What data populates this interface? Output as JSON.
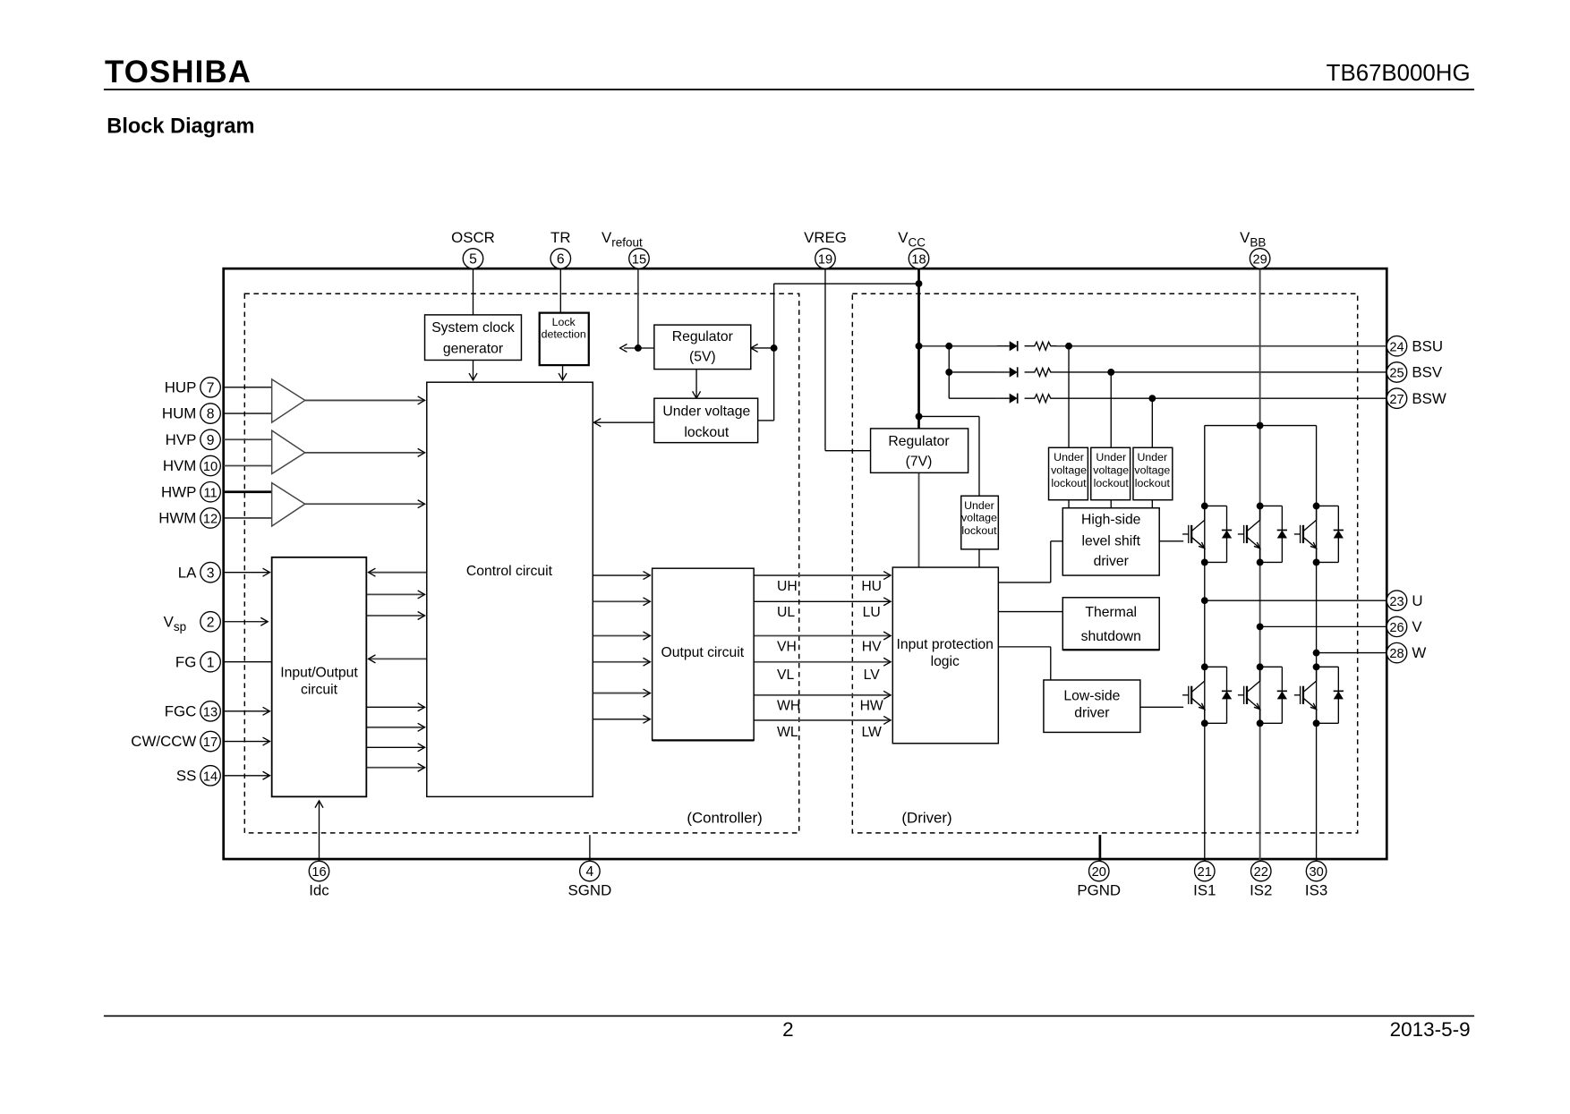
{
  "header": {
    "brand": "TOSHIBA",
    "part_number": "TB67B000HG",
    "section_title": "Block Diagram"
  },
  "footer": {
    "page_number": "2",
    "date": "2013-5-9"
  },
  "diagram": {
    "top_pins": [
      {
        "num": "5",
        "label": "OSCR"
      },
      {
        "num": "6",
        "label": "TR"
      },
      {
        "num": "15",
        "label": "V",
        "sub": "refout"
      },
      {
        "num": "19",
        "label": "VREG"
      },
      {
        "num": "18",
        "label": "V",
        "sub": "CC"
      },
      {
        "num": "29",
        "label": "V",
        "sub": "BB"
      }
    ],
    "left_pins": [
      {
        "num": "7",
        "label": "HUP"
      },
      {
        "num": "8",
        "label": "HUM"
      },
      {
        "num": "9",
        "label": "HVP"
      },
      {
        "num": "10",
        "label": "HVM"
      },
      {
        "num": "11",
        "label": "HWP"
      },
      {
        "num": "12",
        "label": "HWM"
      },
      {
        "num": "3",
        "label": "LA"
      },
      {
        "num": "2",
        "label": "V",
        "sub": "sp"
      },
      {
        "num": "1",
        "label": "FG"
      },
      {
        "num": "13",
        "label": "FGC"
      },
      {
        "num": "17",
        "label": "CW/CCW"
      },
      {
        "num": "14",
        "label": "SS"
      }
    ],
    "right_pins": [
      {
        "num": "24",
        "label": "BSU"
      },
      {
        "num": "25",
        "label": "BSV"
      },
      {
        "num": "27",
        "label": "BSW"
      },
      {
        "num": "23",
        "label": "U"
      },
      {
        "num": "26",
        "label": "V"
      },
      {
        "num": "28",
        "label": "W"
      }
    ],
    "bottom_pins": [
      {
        "num": "16",
        "label": "Idc"
      },
      {
        "num": "4",
        "label": "SGND"
      },
      {
        "num": "20",
        "label": "PGND"
      },
      {
        "num": "21",
        "label": "IS1"
      },
      {
        "num": "22",
        "label": "IS2"
      },
      {
        "num": "30",
        "label": "IS3"
      }
    ],
    "blocks": {
      "sysclk": [
        "System clock",
        "generator"
      ],
      "lock": [
        "Lock",
        "detection"
      ],
      "reg5": [
        "Regulator",
        "(5V)"
      ],
      "uvlo_ctrl": [
        "Under voltage",
        "lockout"
      ],
      "control": "Control circuit",
      "io": [
        "Input/Output",
        "circuit"
      ],
      "output": "Output circuit",
      "reg7": [
        "Regulator",
        "(7V)"
      ],
      "uvlo_drv": [
        "Under",
        "voltage",
        "lockout"
      ],
      "uvlo_bs": [
        "Under",
        "voltage",
        "lockout"
      ],
      "highside": [
        "High-side",
        "level shift",
        "driver"
      ],
      "thermal": [
        "Thermal",
        "shutdown"
      ],
      "inprot": [
        "Input protection",
        "logic"
      ],
      "lowside": [
        "Low-side",
        "driver"
      ]
    },
    "signals_out": [
      "UH",
      "UL",
      "VH",
      "VL",
      "WH",
      "WL"
    ],
    "signals_in": [
      "HU",
      "LU",
      "HV",
      "LV",
      "HW",
      "LW"
    ],
    "regions": {
      "controller": "(Controller)",
      "driver": "(Driver)"
    }
  }
}
